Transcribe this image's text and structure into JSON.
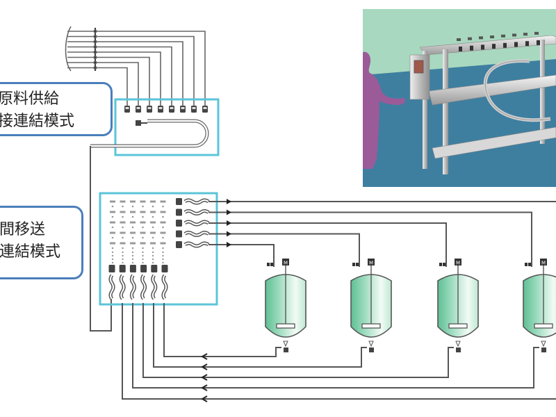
{
  "labels": {
    "supply_mode": {
      "line1": "原料供給",
      "line2": "接連結模式"
    },
    "transfer_mode": {
      "line1": "間移送",
      "line2": "連結模式"
    }
  },
  "upper_manifold": {
    "inlet_lines": 8,
    "ports": 8,
    "outlet_loops": 1
  },
  "lower_manifold": {
    "outlet_lines": 5,
    "return_ports": 6,
    "grid_columns": 6,
    "grid_rows": 5
  },
  "tanks": [
    {
      "id": "tank-1",
      "agitator_label": "M"
    },
    {
      "id": "tank-2",
      "agitator_label": "M"
    },
    {
      "id": "tank-3",
      "agitator_label": "M"
    },
    {
      "id": "tank-4",
      "agitator_label": "M"
    }
  ],
  "colors": {
    "manifold_frame": "#5bc4d8",
    "label_border": "#4a7ebb",
    "pipe": "#555555",
    "tank_fill": "#8ed2b0",
    "photo_wall": "#a8d8bf",
    "photo_floor": "#3e7fa0",
    "person": "#9a5b98"
  }
}
